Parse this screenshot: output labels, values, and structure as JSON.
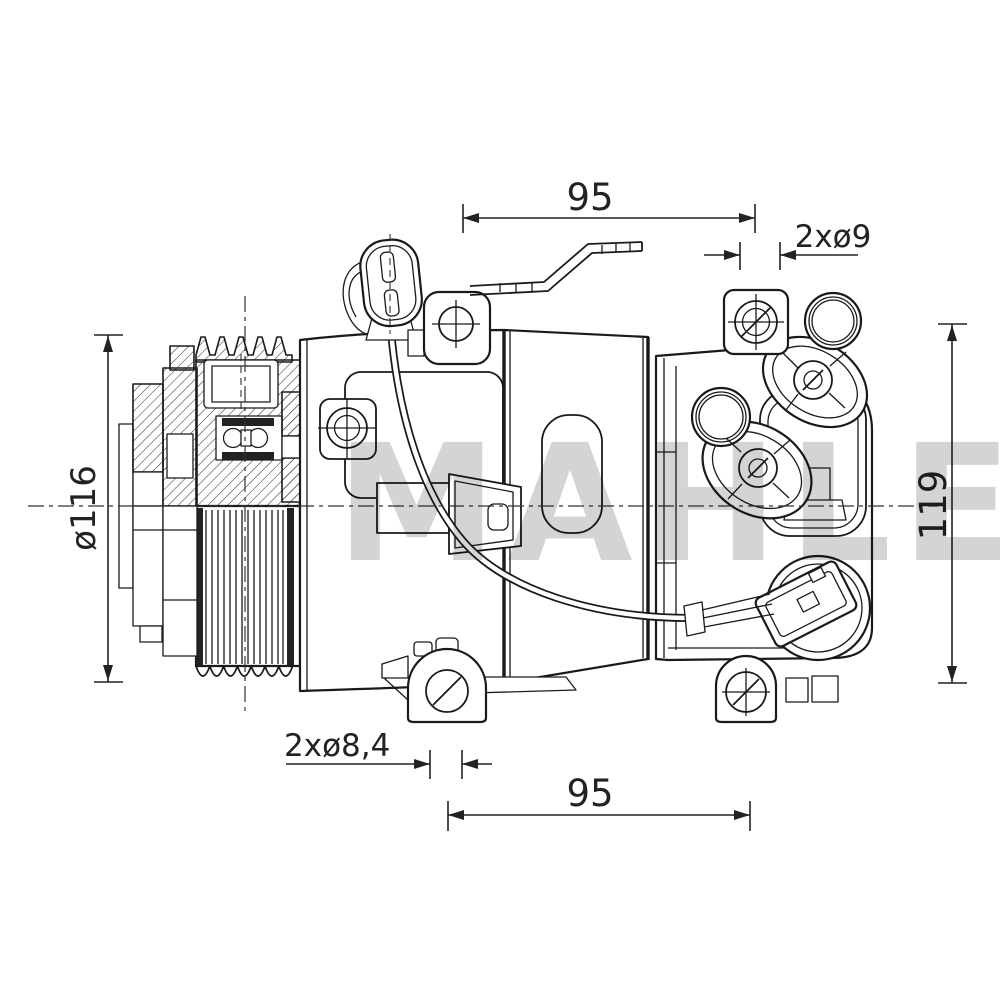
{
  "page": {
    "background": "#ffffff"
  },
  "drawing": {
    "watermark": "MAHLE",
    "line_color": "#1a1a1a",
    "watermark_color": "#c9c9c9",
    "dimensions": {
      "top_width": "95",
      "top_holes": "2xø9",
      "left_diameter": "ø116",
      "right_height": "119",
      "bottom_holes": "2xø8,4",
      "bottom_width": "95"
    }
  }
}
